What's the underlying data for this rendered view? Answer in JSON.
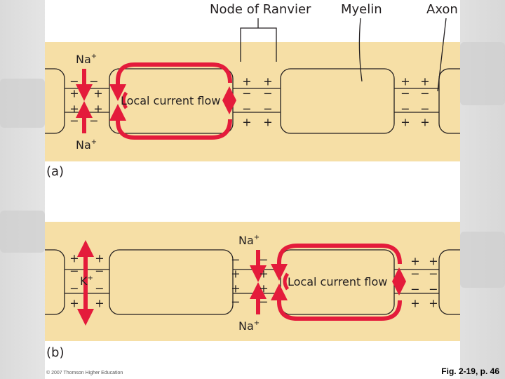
{
  "labels": {
    "node_of_ranvier": "Node of Ranvier",
    "myelin": "Myelin",
    "axon": "Axon"
  },
  "panel_a": {
    "tag": "(a)",
    "ion_top": "Na",
    "ion_top_charge": "+",
    "ion_bottom": "Na",
    "ion_bottom_charge": "+",
    "flow_label": "Local current flow"
  },
  "panel_b": {
    "tag": "(b)",
    "ion_k": "K",
    "ion_k_charge": "+",
    "ion_top": "Na",
    "ion_top_charge": "+",
    "ion_bottom": "Na",
    "ion_bottom_charge": "+",
    "flow_label": "Local current flow"
  },
  "signs": {
    "plus": "+",
    "minus": "−"
  },
  "copyright": "© 2007 Thomson Higher Education",
  "caption": "Fig. 2-19, p. 46",
  "colors": {
    "beige": "#f6dfa6",
    "current_red": "#e41b3b",
    "line": "#231f20",
    "myelin_fill": "#f6dfa6"
  }
}
